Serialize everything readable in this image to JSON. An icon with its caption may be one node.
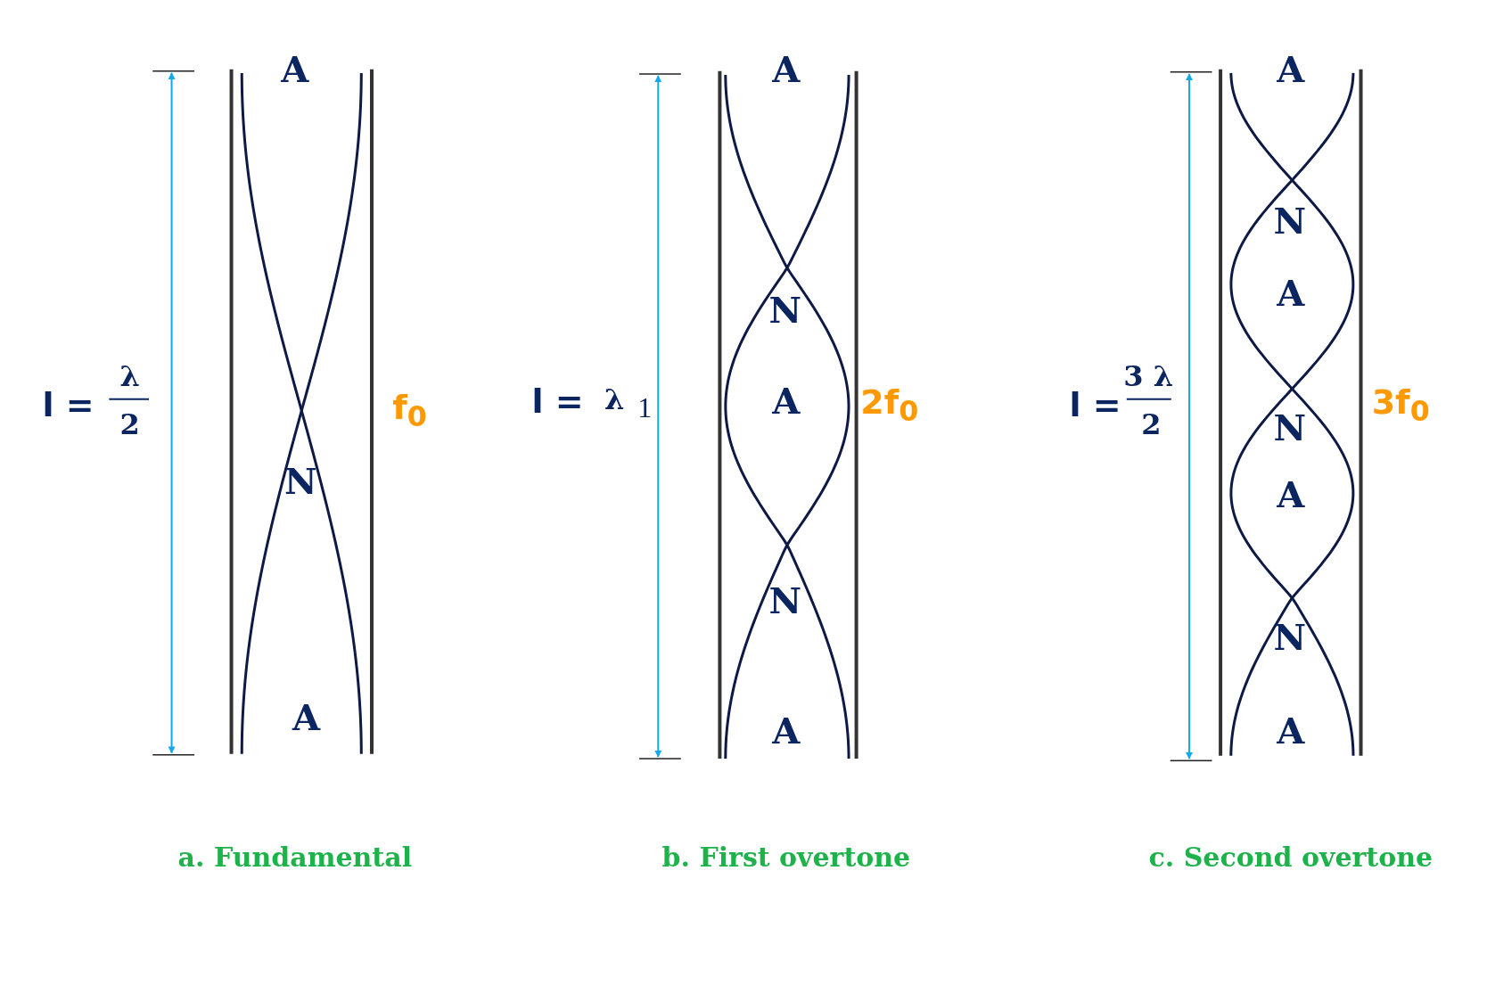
{
  "diagram": {
    "labels": [
      "A",
      "l =",
      "λ",
      "2",
      "f$_{0}$",
      "N",
      "A",
      "a. Fundamental",
      "A",
      "N",
      "l =",
      "λ",
      "1",
      "A",
      "2f$_{0}$",
      "N",
      "A",
      "b. First overtone",
      "A",
      "N",
      "A",
      "l =",
      "3 λ",
      "2",
      "3f$_{0}$",
      "N",
      "A",
      "N",
      "A",
      "c. Second overtone"
    ]
  }
}
